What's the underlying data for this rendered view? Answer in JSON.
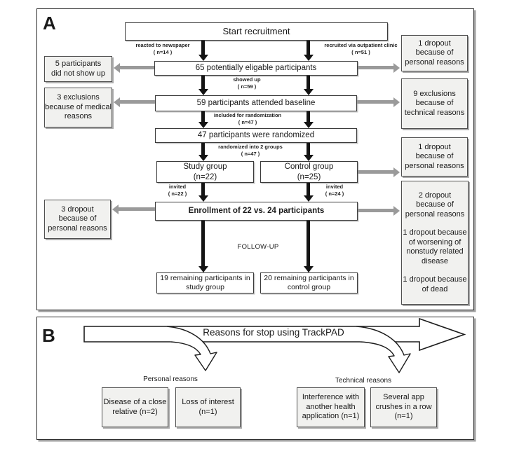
{
  "panel_a": {
    "label": "A",
    "boxes": {
      "start": "Start recruitment",
      "eligible": "65 potentially eligable participants",
      "baseline": "59 participants attended baseline",
      "randomized": "47 participants were randomized",
      "study_group": "Study group\n(n=22)",
      "control_group": "Control group\n(n=25)",
      "enrollment": "Enrollment of 22 vs. 24 participants",
      "remaining_study": "19 remaining participants in\nstudy group",
      "remaining_control": "20 remaining participants in\ncontrol group"
    },
    "arrow_labels": {
      "reacted": "reacted to newspaper\n( n=14 )",
      "recruited": "recruited via outpatient clinic\n( n=51 )",
      "showed_up": "showed up\n( n=59 )",
      "included": "included for randomization\n( n=47 )",
      "randomized_groups": "randomized into 2 groups\n( n=47 )",
      "invited_study": "invited\n( n=22 )",
      "invited_control": "invited\n( n=24 )",
      "follow_up": "FOLLOW-UP"
    },
    "left_notes": [
      "5 participants\ndid not show up",
      "3 exclusions\nbecause of medical\nreasons",
      "3 dropout\nbecause of\npersonal reasons"
    ],
    "right_notes": [
      "1 dropout\nbecause of\npersonal reasons",
      "9 exclusions\nbecause of\ntechnical reasons",
      "1 dropout\nbecause of\npersonal reasons",
      "2 dropout\nbecause of\npersonal reasons\n\n1 dropout because\nof worsening of\nnonstudy related\ndisease\n\n1 dropout because\nof dead"
    ]
  },
  "panel_b": {
    "label": "B",
    "banner": "Reasons for stop using TrackPAD",
    "branches": [
      {
        "label": "Personal reasons",
        "boxes": [
          "Disease of a close\nrelative (n=2)",
          "Loss of interest\n(n=1)"
        ]
      },
      {
        "label": "Technical reasons",
        "boxes": [
          "Interference with\nanother health\napplication (n=1)",
          "Several app\ncrushes in a row\n(n=1)"
        ]
      }
    ]
  },
  "colors": {
    "note_fill": "#f1f1ef",
    "arrow_gray": "#9a9a9a",
    "line_black": "#141414"
  }
}
